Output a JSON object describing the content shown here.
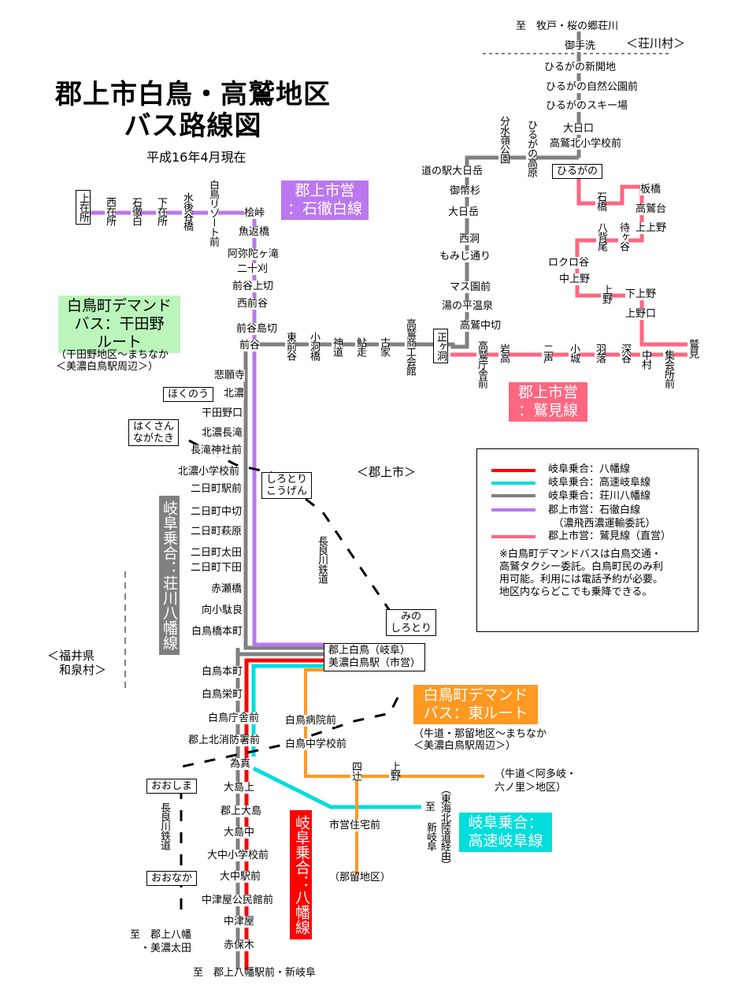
{
  "title_line1": "郡上市白鳥・高鷲地区",
  "title_line2": "バス路線図",
  "subtitle": "平成16年4月現在",
  "colors": {
    "hachiman": "#ff0000",
    "kosoku": "#00dddd",
    "shokawa": "#808080",
    "ishitetsu": "#bb77ee",
    "washimi": "#ff6680",
    "demand_higashi": "#ff9922",
    "demand_senda": "#bbf5bb"
  },
  "route_tags": {
    "ishitetsu": "郡上市営\n：石徹白線",
    "washimi": "郡上市営\n：鷲見線",
    "senda_demand": "白鳥町デマンド\nバス：干田野\nルート",
    "senda_demand_note": "（干田野地区～まちなか\n＜美濃白鳥駅周辺＞）",
    "higashi_demand": "白鳥町デマンド\nバス：東ルート",
    "higashi_demand_note": "（牛道・那留地区～まちなか\n＜美濃白鳥駅周辺＞）",
    "shokawa": "岐阜乗合：荘川八幡線",
    "hachiman": "岐阜乗合：八幡線",
    "kosoku": "岐阜乗合：\n高速岐阜線"
  },
  "areas": {
    "shokawa_village": "＜荘川村＞",
    "gujo_city": "＜郡上市＞",
    "fukui": "＜福井県\n　和泉村＞"
  },
  "destinations": {
    "north": "至　牧戸・桜の郷荘川",
    "south": "至　郡上八幡駅前・新岐阜",
    "rail_south": "至　郡上八幡\n　・美濃太田",
    "kosoku_end": "至",
    "kosoku_dest": "新岐阜",
    "kosoku_via": "（東海北陸道経由）",
    "ushimichi": "（牛道＜阿多岐・\n六ノ里＞地区）",
    "naru": "（那留地区）"
  },
  "railway": {
    "name": "長良川鉄道",
    "stations": [
      "ほくのう",
      "はくさん\nながたき",
      "しろとり\nこうげん",
      "みの\nしろとり",
      "おおしま",
      "おおなか"
    ]
  },
  "hub": "郡上白鳥（岐阜）\n美濃白鳥駅（市営）",
  "stops": {
    "ishitetsu_west": [
      "上在所",
      "西在所",
      "石徹白",
      "下在所",
      "水後谷橋",
      "白鳥リゾート前"
    ],
    "ishitetsu_main": [
      "桧峠",
      "魚返橋",
      "阿弥陀ヶ滝",
      "二十刈",
      "前谷上切",
      "西前谷",
      "前谷島切"
    ],
    "shokawa_north": [
      "御手洗",
      "ひるがの新開地",
      "ひるがの自然公園前",
      "ひるがのスキー場",
      "大日口",
      "高鷲北小学校前"
    ],
    "shokawa_mid_vertical": [
      "分水嶺公園",
      "ひるがの高原"
    ],
    "shokawa_west": [
      "道の駅大日岳",
      "御幣杉",
      "大日岳",
      "西洞",
      "もみじ通り",
      "マス園前",
      "湯の平温泉",
      "高鷲中切"
    ],
    "shokawa_east_west": [
      "正ヶ洞",
      "高鷲商工会館",
      "古家",
      "鮎走",
      "神道",
      "小洞橋",
      "東前谷",
      "前谷"
    ],
    "shokawa_south": [
      "悲願寺",
      "北濃",
      "干田野口",
      "北濃長滝",
      "長滝神社前",
      "北濃小学校前",
      "二日町駅前",
      "二日町中切",
      "二日町萩原",
      "二日町太田",
      "二日町下田",
      "赤瀬橋",
      "向小駄良",
      "白鳥橋本町"
    ],
    "washimi_main": [
      "高鷲庁舎前",
      "岩高",
      "二声",
      "小城",
      "羽落",
      "深谷",
      "中村",
      "集会所前",
      "鷲見"
    ],
    "washimi_branch": [
      "ひるがの",
      "石橋",
      "板橋",
      "高鷲台",
      "上上野",
      "待ヶ谷",
      "八背尾",
      "ロクロ谷",
      "中上野",
      "上野",
      "下上野",
      "上野口"
    ],
    "hachiman_south": [
      "白鳥本町",
      "白鳥栄町",
      "白鳥庁舎前",
      "郡上北消防署前",
      "為真",
      "大島上",
      "郡上大島",
      "大島中",
      "大中小学校前",
      "大中駅前",
      "中津屋公民館前",
      "中津屋",
      "赤保木"
    ],
    "higashi": [
      "白鳥病院前",
      "白鳥中学校前",
      "四辻",
      "上野",
      "市営住宅前"
    ]
  },
  "legend": {
    "items": [
      {
        "label": "岐阜乗合：八幡線",
        "color": "#ff0000"
      },
      {
        "label": "岐阜乗合：高速岐阜線",
        "color": "#00dddd"
      },
      {
        "label": "岐阜乗合：荘川八幡線",
        "color": "#808080"
      },
      {
        "label": "郡上市営：石徹白線\n　（濃飛西濃運輸委託）",
        "color": "#bb77ee"
      },
      {
        "label": "郡上市営：鷲見線（直営）",
        "color": "#ff6680"
      }
    ],
    "note": "※白鳥町デマンドバスは白鳥交通・高鷲タクシー委託。白鳥町民のみ利用可能。利用には電話予約が必要。地区内ならどこでも乗降できる。"
  }
}
